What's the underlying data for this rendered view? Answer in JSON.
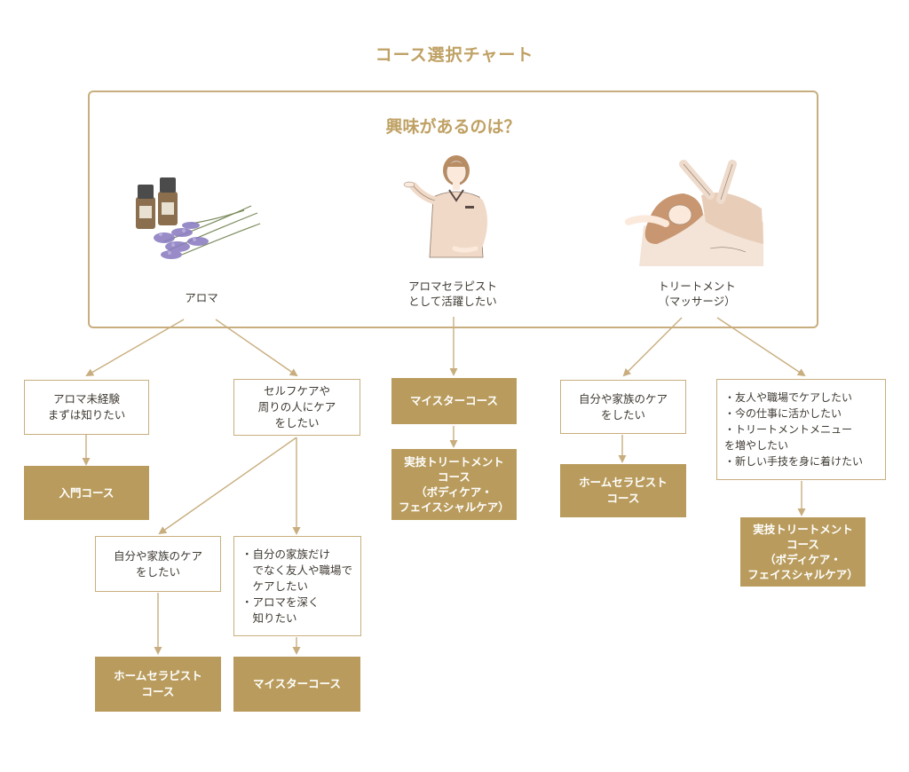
{
  "title": "コース選択チャート",
  "question": "興味があるのは？",
  "categories": {
    "aroma": [
      "アロマ"
    ],
    "therapist": [
      "アロマセラピスト",
      "として活躍したい"
    ],
    "treatment": [
      "トリートメント",
      "（マッサージ）"
    ]
  },
  "nodes": {
    "aroma_beginner": [
      "アロマ未経験",
      "まずは知りたい"
    ],
    "self_care": [
      "セルフケアや",
      "周りの人にケア",
      "をしたい"
    ],
    "intro_course": [
      "入門コース"
    ],
    "family_care_left": [
      "自分や家族のケア",
      "をしたい"
    ],
    "deep_list": [
      "・自分の家族だけ",
      "　でなく友人や職場で",
      "　ケアしたい",
      "・アロマを深く",
      "　知りたい"
    ],
    "home_therapist_left": [
      "ホームセラピスト",
      "コース"
    ],
    "meister_left": [
      "マイスターコース"
    ],
    "meister_center": [
      "マイスターコース"
    ],
    "practical_center": [
      "実技トリートメント",
      "コース",
      "（ボディケア・",
      "フェイスシャルケア）"
    ],
    "family_care_right": [
      "自分や家族のケア",
      "をしたい"
    ],
    "home_therapist_right": [
      "ホームセラピスト",
      "コース"
    ],
    "friends_list": [
      "・友人や職場でケアしたい",
      "・今の仕事に活かしたい",
      "・トリートメントメニュー",
      "を増やしたい",
      "・新しい手技を身に着けたい"
    ],
    "practical_right": [
      "実技トリートメント",
      "コース",
      "（ボディケア・",
      "フェイスシャルケア）"
    ]
  },
  "colors": {
    "gold": "#b99c5d",
    "gold_light": "#c8ae7e",
    "title": "#bfa164",
    "text": "#3f3a33"
  }
}
